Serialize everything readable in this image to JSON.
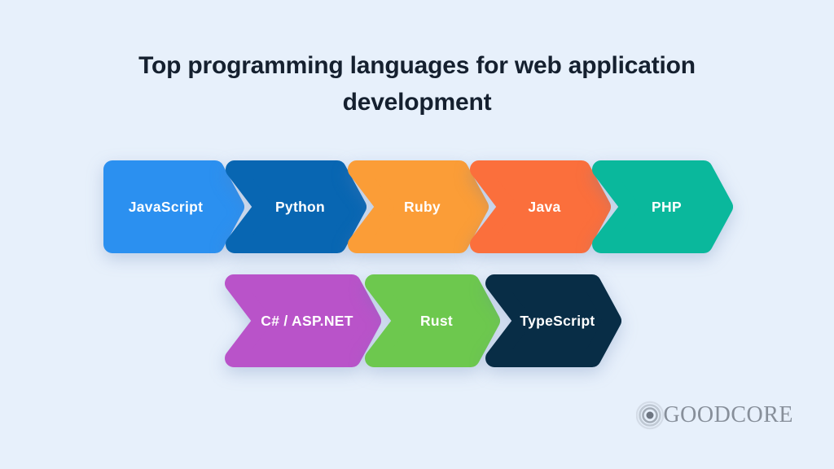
{
  "title": {
    "line1": "Top programming languages for web application",
    "line2": "development"
  },
  "rows": [
    {
      "name": "row-1",
      "arrows": [
        {
          "label": "JavaScript",
          "color": "#2B90F0"
        },
        {
          "label": "Python",
          "color": "#0866B2"
        },
        {
          "label": "Ruby",
          "color": "#FB9D37"
        },
        {
          "label": "Java",
          "color": "#FB6F3C"
        },
        {
          "label": "PHP",
          "color": "#0AB89C"
        }
      ]
    },
    {
      "name": "row-2",
      "arrows": [
        {
          "label": "C# / ASP.NET",
          "color": "#B953C9"
        },
        {
          "label": "Rust",
          "color": "#6DC84E"
        },
        {
          "label": "TypeScript",
          "color": "#082D46"
        }
      ]
    }
  ],
  "logo": {
    "text": "GOODCORE",
    "icon": "concentric-circles",
    "color": "#878F9A"
  },
  "colors": {
    "background": "#E7F0FB",
    "title_text": "#15202F",
    "arrow_text": "#FFFFFF"
  }
}
